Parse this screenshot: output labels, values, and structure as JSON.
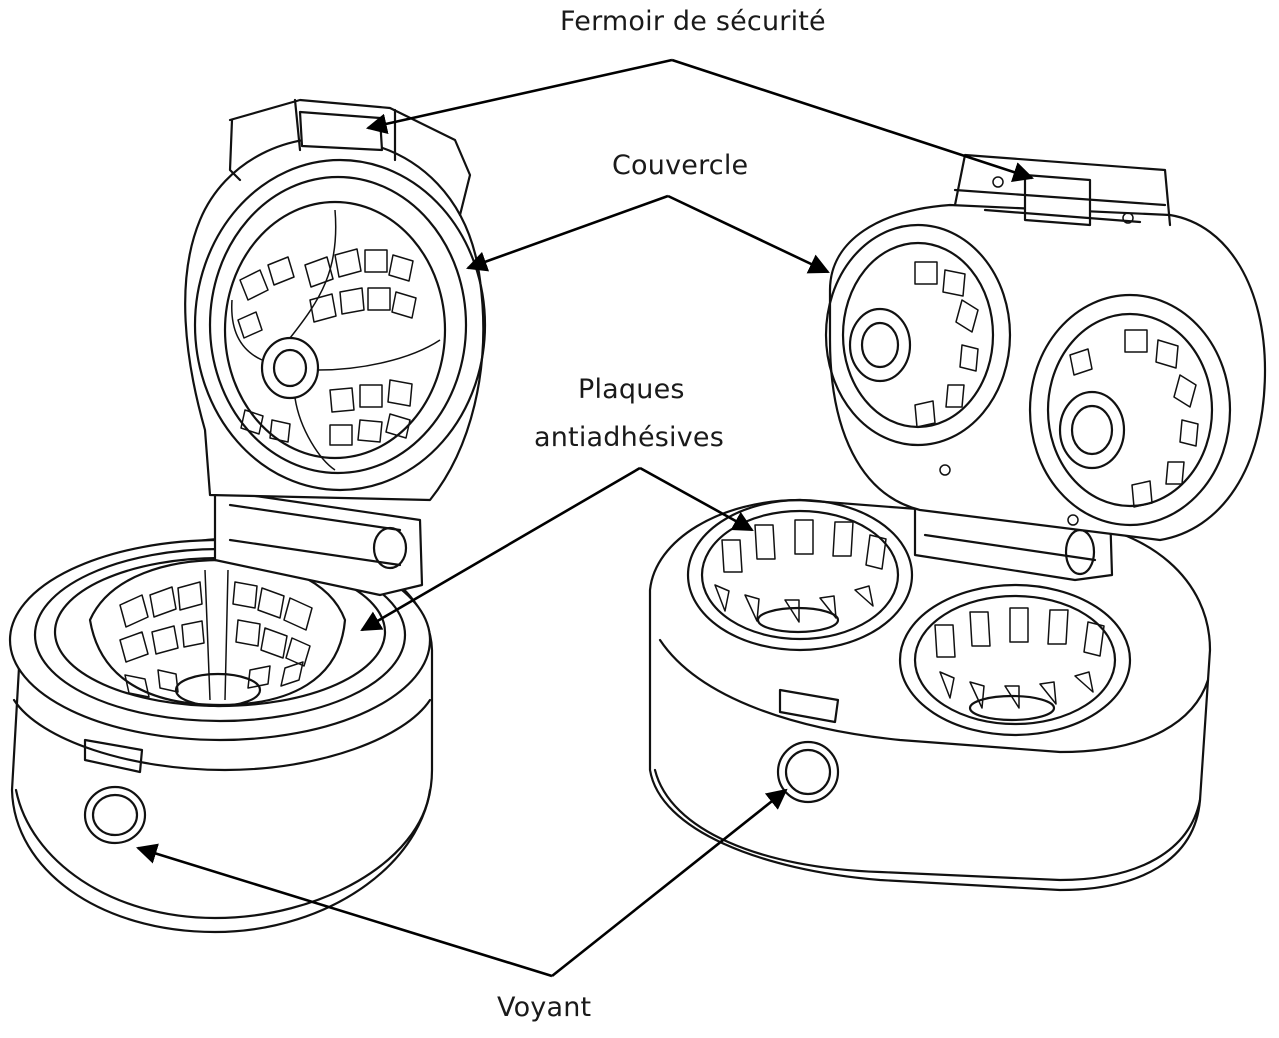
{
  "labels": {
    "fermoir": "Fermoir de sécurité",
    "couvercle": "Couvercle",
    "plaques_line1": "Plaques",
    "plaques_line2": "antiadhésives",
    "voyant": "Voyant"
  },
  "colors": {
    "ink": "#111111",
    "background": "#ffffff"
  }
}
